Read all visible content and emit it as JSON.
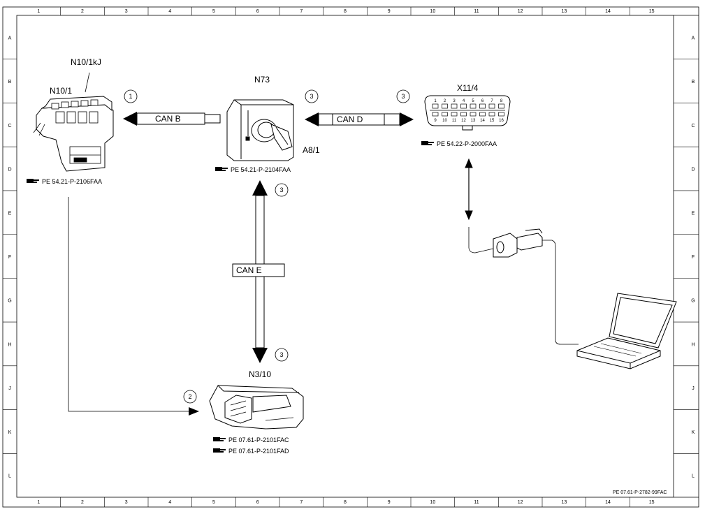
{
  "frame": {
    "columns": [
      "1",
      "2",
      "3",
      "4",
      "5",
      "6",
      "7",
      "8",
      "9",
      "10",
      "11",
      "12",
      "13",
      "14",
      "15"
    ],
    "rows": [
      "A",
      "B",
      "C",
      "D",
      "E",
      "F",
      "G",
      "H",
      "J",
      "K",
      "L"
    ]
  },
  "components": {
    "n10_1kj": "N10/1kJ",
    "n10_1": "N10/1",
    "n73": "N73",
    "a8_1": "A8/1",
    "x11_4": "X11/4",
    "n3_10": "N3/10"
  },
  "connector_pins_top": [
    "1",
    "2",
    "3",
    "4",
    "5",
    "6",
    "7",
    "8"
  ],
  "connector_pins_bottom": [
    "9",
    "10",
    "11",
    "12",
    "13",
    "14",
    "15",
    "16"
  ],
  "bus_labels": {
    "can_b": "CAN B",
    "can_d": "CAN D",
    "can_e": "CAN E"
  },
  "callouts": {
    "c1": "1",
    "c2": "2",
    "c3a": "3",
    "c3b": "3",
    "c3c": "3",
    "c3d": "3"
  },
  "references": {
    "n10_1": "PE 54.21-P-2106FAA",
    "n73": "PE 54.21-P-2104FAA",
    "x11_4": "PE 54.22-P-2000FAA",
    "n3_10_a": "PE 07.61-P-2101FAC",
    "n3_10_b": "PE 07.61-P-2101FAD"
  },
  "drawing_number": "PE 07.61-P-2782-99FAC",
  "reference_icon": "pointing-hand-icon"
}
